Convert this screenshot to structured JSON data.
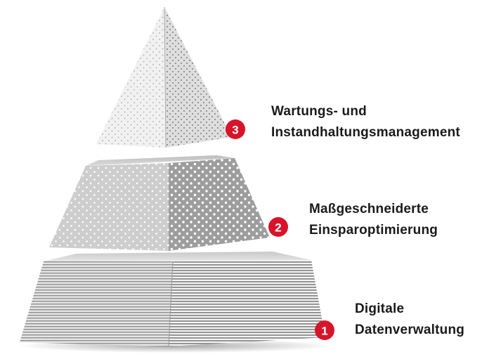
{
  "accent_color": "#d7142a",
  "levels": [
    {
      "number": "1",
      "line1": "Digitale",
      "line2": "Datenverwaltung"
    },
    {
      "number": "2",
      "line1": "Maßgeschneiderte",
      "line2": "Einsparoptimierung"
    },
    {
      "number": "3",
      "line1": "Wartungs- und",
      "line2": "Instandhaltungsmanagement"
    }
  ]
}
